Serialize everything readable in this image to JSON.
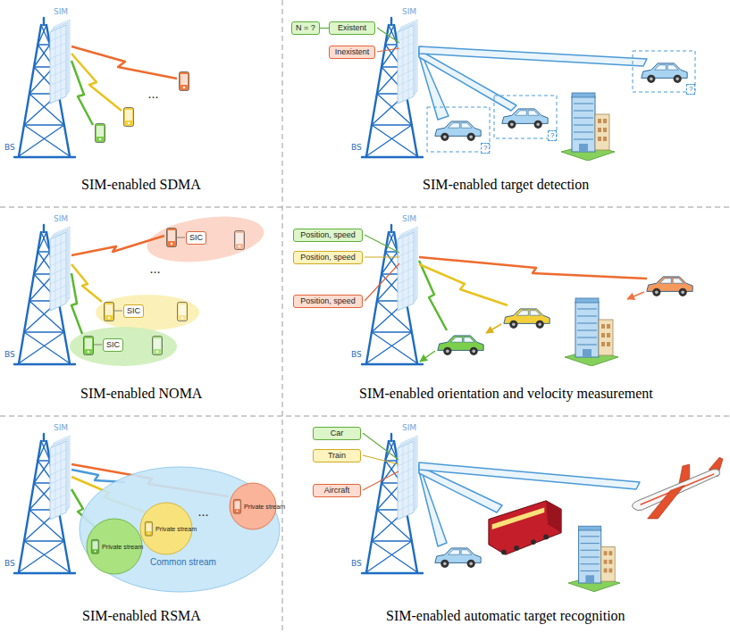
{
  "diagram": {
    "nodes": [
      {
        "text": [
          "N = ?"
        ]
      },
      {
        "text": [
          "Existent"
        ]
      },
      {
        "text": [
          "Inexistent"
        ]
      },
      {
        "text": [
          "SIC"
        ]
      },
      {
        "text": [
          "SIC"
        ]
      },
      {
        "text": [
          "SIC"
        ]
      },
      {
        "text": [
          "Position, speed"
        ]
      },
      {
        "text": [
          "Position, speed"
        ]
      },
      {
        "text": [
          "Position, speed"
        ]
      },
      {
        "text": [
          "Common stream"
        ]
      },
      {
        "text": [
          "Private stream"
        ],
        "in": 9
      },
      {
        "text": [
          "Private stream"
        ],
        "in": 9
      },
      {
        "text": [
          "Private stream"
        ],
        "in": 9
      },
      {
        "text": [
          "Car"
        ]
      },
      {
        "text": [
          "Train"
        ]
      },
      {
        "text": [
          "Aircraft"
        ]
      }
    ],
    "edges": [
      {
        "from": 0,
        "to": 1,
        "arrow": "none"
      }
    ],
    "labels": [
      "SIM",
      "BS",
      "...",
      "SIM-enabled SDMA",
      "SIM",
      "BS",
      "?",
      "?",
      "?",
      "SIM-enabled target detection",
      "SIM",
      "BS",
      "...",
      "SIM-enabled NOMA",
      "SIM",
      "BS",
      "SIM-enabled orientation and velocity measurement",
      "SIM",
      "BS",
      "...",
      "SIM-enabled RSMA",
      "SIM",
      "BS",
      "SIM-enabled automatic target recognition"
    ]
  }
}
